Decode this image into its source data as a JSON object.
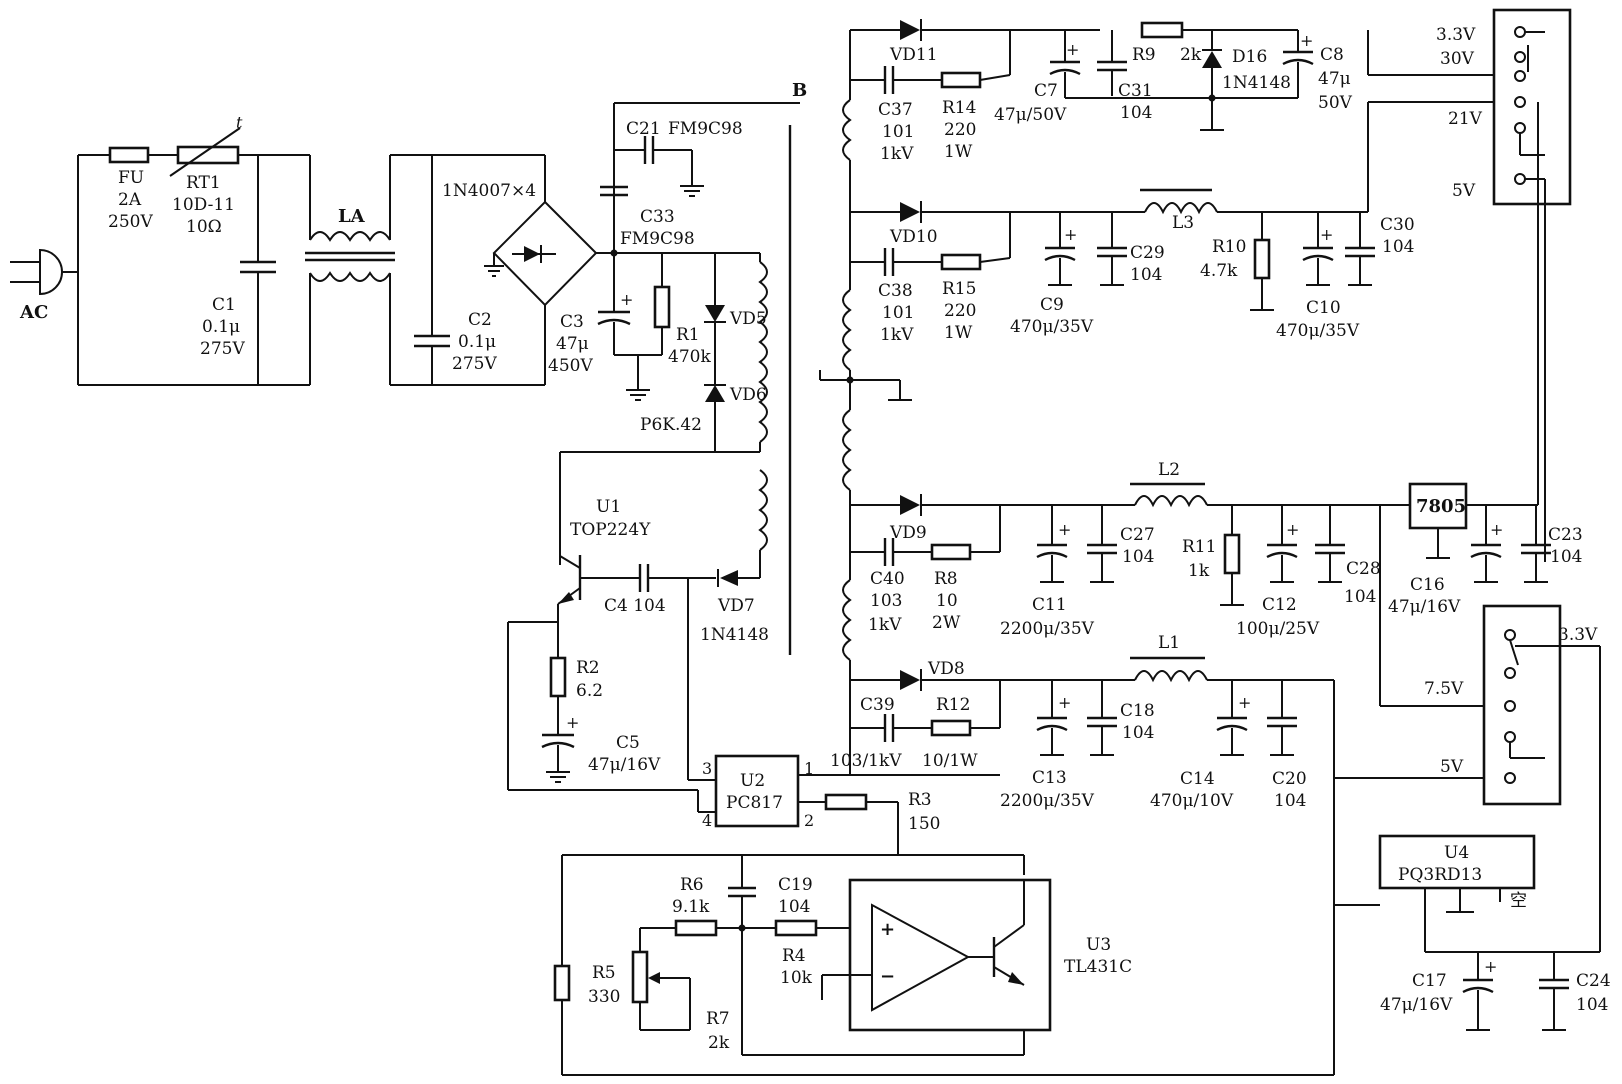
{
  "labels": {
    "ac": "AC",
    "fu": "FU",
    "fu_v1": "2A",
    "fu_v2": "250V",
    "rt1": "RT1",
    "rt1_v1": "10D-11",
    "rt1_v2": "10Ω",
    "rt1_t": "t",
    "c1": "C1",
    "c1_v1": "0.1μ",
    "c1_v2": "275V",
    "la": "LA",
    "c2": "C2",
    "c2_v1": "0.1μ",
    "c2_v2": "275V",
    "bridge": "1N4007×4",
    "c21": "C21",
    "fm1": "FM9C98",
    "c33": "C33",
    "fm2": "FM9C98",
    "c3": "C3",
    "c3_v1": "47μ",
    "c3_v2": "450V",
    "r1": "R1",
    "r1_v": "470k",
    "vd5": "VD5",
    "vd6": "VD6",
    "p6k": "P6K.42",
    "b": "B",
    "u1": "U1",
    "u1_v": "TOP224Y",
    "c4": "C4 104",
    "vd7": "VD7",
    "vd7_v": "1N4148",
    "r2": "R2",
    "r2_v": "6.2",
    "c5": "C5",
    "c5_v": "47μ/16V",
    "u2": "U2",
    "u2_v": "PC817",
    "pin1": "1",
    "pin2": "2",
    "pin3": "3",
    "pin4": "4",
    "r3": "R3",
    "r3_v": "150",
    "r6": "R6",
    "r6_v": "9.1k",
    "c19": "C19",
    "c19_v": "104",
    "r4": "R4",
    "r4_v": "10k",
    "r5": "R5",
    "r5_v": "330",
    "r7": "R7",
    "r7_v": "2k",
    "u3": "U3",
    "u3_v": "TL431C",
    "vd11": "VD11",
    "c37": "C37",
    "c37_v1": "101",
    "c37_v2": "1kV",
    "r14": "R14",
    "r14_v1": "220",
    "r14_v2": "1W",
    "c7": "C7",
    "c7_v": "47μ/50V",
    "r9": "R9",
    "r9_v": "2k",
    "c31": "C31",
    "c31_v": "104",
    "d16": "D16",
    "d16_v": "1N4148",
    "c8": "C8",
    "c8_v1": "47μ",
    "c8_v2": "50V",
    "vd10": "VD10",
    "c38": "C38",
    "c38_v1": "101",
    "c38_v2": "1kV",
    "r15": "R15",
    "r15_v1": "220",
    "r15_v2": "1W",
    "l3": "L3",
    "c9": "C9",
    "c9_v": "470μ/35V",
    "c29": "C29",
    "c29_v": "104",
    "r10": "R10",
    "r10_v": "4.7k",
    "c10": "C10",
    "c10_v": "470μ/35V",
    "c30": "C30",
    "c30_v": "104",
    "out_33": "3.3V",
    "out_30": "30V",
    "out_21": "21V",
    "out_5": "5V",
    "vd9": "VD9",
    "c40": "C40",
    "c40_v1": "103",
    "c40_v2": "1kV",
    "r8": "R8",
    "r8_v1": "10",
    "r8_v2": "2W",
    "l2": "L2",
    "c11": "C11",
    "c11_v": "2200μ/35V",
    "c27": "C27",
    "c27_v": "104",
    "r11": "R11",
    "r11_v": "1k",
    "c12": "C12",
    "c12_v": "100μ/25V",
    "c28": "C28",
    "c28_v": "104",
    "reg7805": "7805",
    "c16": "C16",
    "c16_v": "47μ/16V",
    "c23": "C23",
    "c23_v": "104",
    "vd8": "VD8",
    "c39": "C39",
    "c39_v": "103/1kV",
    "r12": "R12",
    "r12_v": "10/1W",
    "l1": "L1",
    "c13": "C13",
    "c13_v": "2200μ/35V",
    "c18": "C18",
    "c18_v": "104",
    "c14": "C14",
    "c14_v": "470μ/10V",
    "c20": "C20",
    "c20_v": "104",
    "out2_33": "3.3V",
    "out2_75": "7.5V",
    "out2_5": "5V",
    "u4": "U4",
    "u4_v": "PQ3RD13",
    "u4_nc": "空",
    "c17": "C17",
    "c17_v": "47μ/16V",
    "c24": "C24",
    "c24_v": "104",
    "plus": "+",
    "minus": "−",
    "pol_plus": "+"
  }
}
